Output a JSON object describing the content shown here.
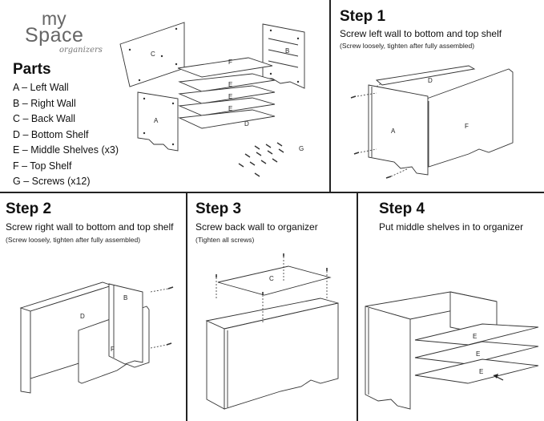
{
  "brand": {
    "line1": "my",
    "line2": "Space",
    "line3": "organizers"
  },
  "parts": {
    "title": "Parts",
    "items": [
      "A – Left Wall",
      "B – Right Wall",
      "C – Back Wall",
      "D – Bottom Shelf",
      "E – Middle Shelves (x3)",
      "F – Top Shelf",
      "G – Screws (x12)"
    ]
  },
  "diagram_labels": {
    "a": "A",
    "b": "B",
    "c": "C",
    "d": "D",
    "e": "E",
    "f": "F",
    "g": "G"
  },
  "steps": [
    {
      "title": "Step 1",
      "desc": "Screw left wall to bottom and top shelf",
      "note": "(Screw loosely, tighten after fully assembled)"
    },
    {
      "title": "Step 2",
      "desc": "Screw right wall to bottom and top shelf",
      "note": "(Screw loosely, tighten after fully assembled)"
    },
    {
      "title": "Step 3",
      "desc": "Screw back wall to organizer",
      "note": "(Tighten all screws)"
    },
    {
      "title": "Step 4",
      "desc": "Put middle shelves in to organizer",
      "note": ""
    }
  ]
}
